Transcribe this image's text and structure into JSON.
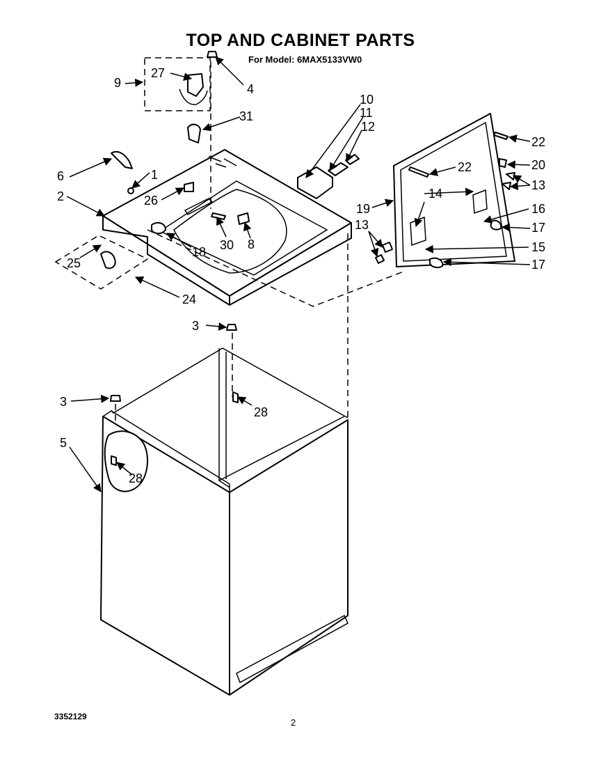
{
  "header": {
    "title": "TOP AND CABINET PARTS",
    "subtitle": "For Model: 6MAX5133VW0"
  },
  "footer": {
    "doc_number": "3352129",
    "page_number": "2"
  },
  "callouts": [
    "1",
    "2",
    "3",
    "3",
    "4",
    "5",
    "6",
    "8",
    "9",
    "10",
    "11",
    "12",
    "13",
    "13",
    "14",
    "15",
    "16",
    "17",
    "17",
    "18",
    "19",
    "20",
    "22",
    "22",
    "24",
    "25",
    "26",
    "27",
    "28",
    "28",
    "30",
    "31"
  ]
}
